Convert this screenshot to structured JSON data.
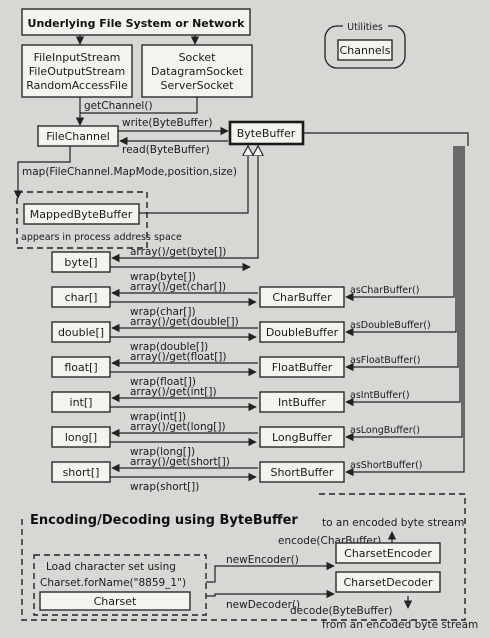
{
  "top": {
    "title": "Underlying File System or Network",
    "streams": [
      "FileInputStream",
      "FileOutputStream",
      "RandomAccessFile"
    ],
    "sockets": [
      "Socket",
      "DatagramSocket",
      "ServerSocket"
    ],
    "utilities_label": "Utilities",
    "channels": "Channels"
  },
  "core": {
    "get_channel": "getChannel()",
    "file_channel": "FileChannel",
    "write": "write(ByteBuffer)",
    "read": "read(ByteBuffer)",
    "byte_buffer": "ByteBuffer",
    "map": "map(FileChannel.MapMode,position,size)",
    "mapped": "MappedByteBuffer",
    "appears": "appears in process address space"
  },
  "rows": [
    {
      "array": "byte[]",
      "get": "array()/get(byte[])",
      "wrap": "wrap(byte[])",
      "buffer": "",
      "as": ""
    },
    {
      "array": "char[]",
      "get": "array()/get(char[])",
      "wrap": "wrap(char[])",
      "buffer": "CharBuffer",
      "as": "asCharBuffer()"
    },
    {
      "array": "double[]",
      "get": "array()/get(double[])",
      "wrap": "wrap(double[])",
      "buffer": "DoubleBuffer",
      "as": "asDoubleBuffer()"
    },
    {
      "array": "float[]",
      "get": "array()/get(float[])",
      "wrap": "wrap(float[])",
      "buffer": "FloatBuffer",
      "as": "asFloatBuffer()"
    },
    {
      "array": "int[]",
      "get": "array()/get(int[])",
      "wrap": "wrap(int[])",
      "buffer": "IntBuffer",
      "as": "asIntBuffer()"
    },
    {
      "array": "long[]",
      "get": "array()/get(long[])",
      "wrap": "wrap(long[])",
      "buffer": "LongBuffer",
      "as": "asLongBuffer()"
    },
    {
      "array": "short[]",
      "get": "array()/get(short[])",
      "wrap": "wrap(short[])",
      "buffer": "ShortBuffer",
      "as": "asShortBuffer()"
    }
  ],
  "encoding": {
    "title": "Encoding/Decoding using ByteBuffer",
    "to_stream": "to an encoded byte stream",
    "encode": "encode(CharBuffer)",
    "load": "Load character set using",
    "forname": "Charset.forName(\"8859_1\")",
    "charset": "Charset",
    "new_encoder": "newEncoder()",
    "encoder": "CharsetEncoder",
    "new_decoder": "newDecoder()",
    "decoder": "CharsetDecoder",
    "decode": "decode(ByteBuffer)",
    "from_stream": "from an encoded byte stream"
  }
}
